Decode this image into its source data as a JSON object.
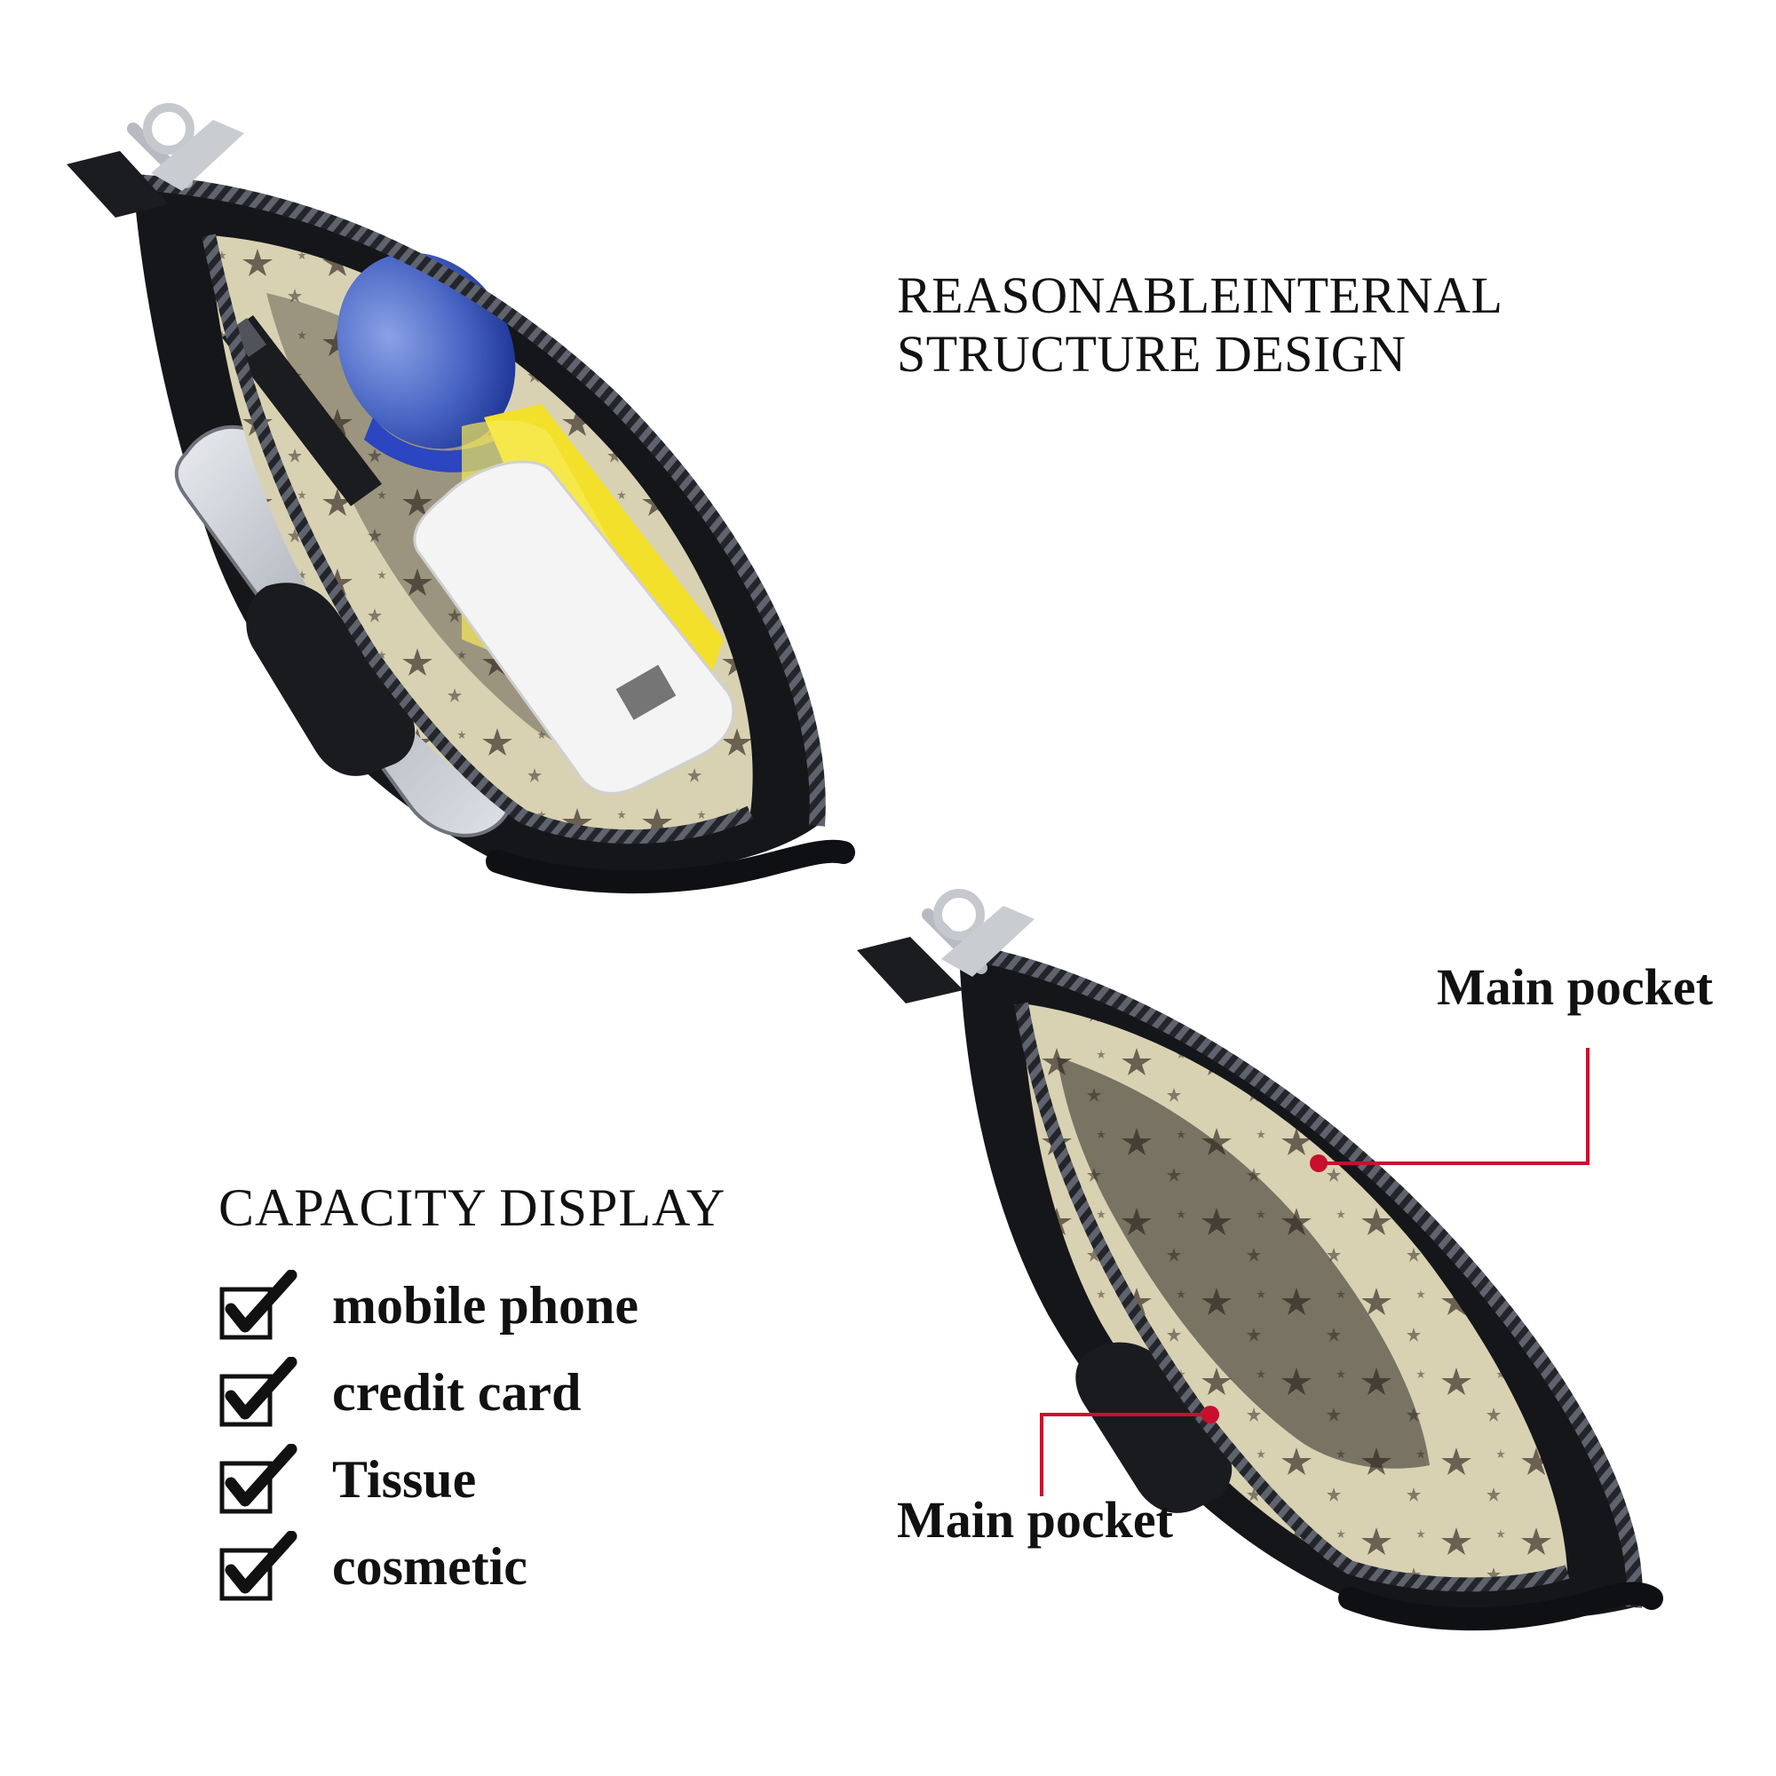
{
  "headline": {
    "line1": "REASONABLEINTERNAL",
    "line2": "STRUCTURE DESIGN"
  },
  "capacity": {
    "title": "CAPACITY DISPLAY",
    "items": [
      {
        "label": "mobile phone",
        "icon": "checkbox-checked-icon"
      },
      {
        "label": "credit card",
        "icon": "checkbox-checked-icon"
      },
      {
        "label": "Tissue",
        "icon": "checkbox-checked-icon"
      },
      {
        "label": "cosmetic",
        "icon": "checkbox-checked-icon"
      }
    ]
  },
  "callouts": {
    "top": "Main pocket",
    "bottom": "Main pocket"
  },
  "colors": {
    "leather": "#15161a",
    "lining": "#d8d2b3",
    "leader_line": "#c8102e",
    "text": "#111111",
    "lipstick_blue": "#4a66c4",
    "tissue_yellow": "#f3e02a"
  }
}
